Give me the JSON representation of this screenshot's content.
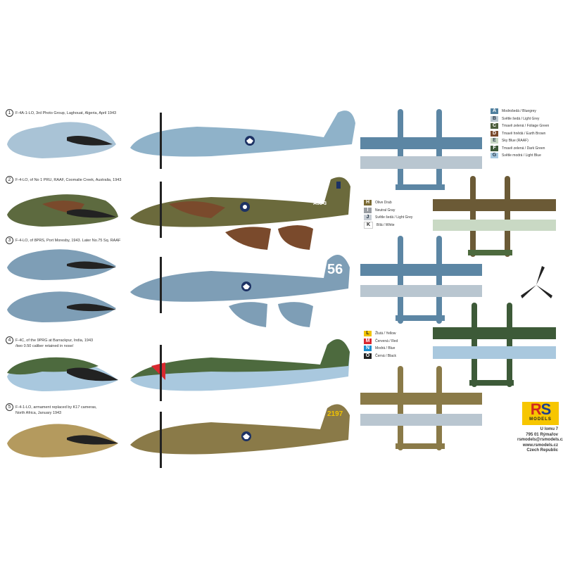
{
  "profiles": [
    {
      "n": "1",
      "title": "F-4A-1-LO, 3rd Photo Group, Laghouat, Algeria, April 1943"
    },
    {
      "n": "2",
      "title": "F-4-LO, of No 1 PRU, RAAF, Coomalie Creek, Australia, 1943",
      "serial": "A55-3"
    },
    {
      "n": "3",
      "title": "F-4-LO, of 8PRS, Port Moresby, 1943. Later No.75 Sq. RAAF",
      "code": "56"
    },
    {
      "n": "4",
      "title": "F-4C, of the 9PRG at Barrackpur, India, 1943",
      "subtitle": "/two 0.50 caliber retained in nose/"
    },
    {
      "n": "5",
      "title": "F-4-1-LO, armament replaced by K17 cameras,",
      "subtitle": "North Africa, January 1943",
      "code": "2197"
    }
  ],
  "legend_main": [
    {
      "k": "A",
      "label": "Modrošedá / Bluegrey",
      "color": "#4f7f9e"
    },
    {
      "k": "B",
      "label": "Světle šedá / Light Grey",
      "color": "#b9c6d0"
    },
    {
      "k": "C",
      "label": "Tmavě zelená / Foliage Green",
      "color": "#4c5e3c"
    },
    {
      "k": "D",
      "label": "Tmavě hnědá / Earth Brown",
      "color": "#7a4a2c"
    },
    {
      "k": "E",
      "label": "Sky Blue (RAAF)",
      "color": "#c9d9c4"
    },
    {
      "k": "F",
      "label": "Tmavě zelená / Dark Green",
      "color": "#3d5a38"
    },
    {
      "k": "G",
      "label": "Světle modrá / Light Blue",
      "color": "#a8c9e0"
    }
  ],
  "legend_hk": [
    {
      "k": "H",
      "label": "Olive Drab",
      "color": "#7a6a33"
    },
    {
      "k": "I",
      "label": "Neutral Gray",
      "color": "#9a9ea3"
    },
    {
      "k": "J",
      "label": "Světle šedá / Light Grey",
      "color": "#c6ccd3"
    },
    {
      "k": "K",
      "label": "Bílá / White",
      "color": "#ffffff"
    }
  ],
  "legend_lo": [
    {
      "k": "L",
      "label": "Žlutá / Yellow",
      "color": "#f1c300"
    },
    {
      "k": "M",
      "label": "Červená / Red",
      "color": "#d9282f"
    },
    {
      "k": "N",
      "label": "Modrá / Blue",
      "color": "#1b8fd0"
    },
    {
      "k": "O",
      "label": "Černá / Black",
      "color": "#222222"
    }
  ],
  "logo": {
    "rs_r": "R",
    "rs_s": "S",
    "models": "MODELS"
  },
  "address": [
    "U lomu 7",
    "795 01 Rýmařov",
    "rsmodels@rsmodels.cz",
    "www.rsmodels.cz",
    "Czech Republic"
  ]
}
